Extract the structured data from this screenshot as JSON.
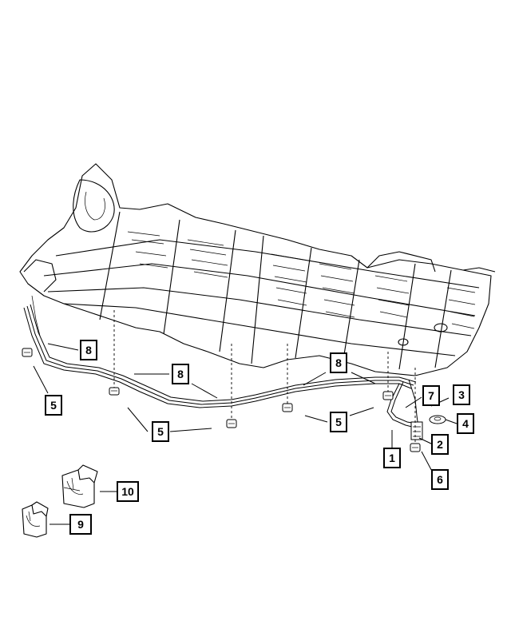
{
  "callouts": [
    {
      "id": "c1",
      "label": "1"
    },
    {
      "id": "c2",
      "label": "2"
    },
    {
      "id": "c3",
      "label": "3"
    },
    {
      "id": "c4",
      "label": "4"
    },
    {
      "id": "c5a",
      "label": "5"
    },
    {
      "id": "c5b",
      "label": "5"
    },
    {
      "id": "c5c",
      "label": "5"
    },
    {
      "id": "c6",
      "label": "6"
    },
    {
      "id": "c7",
      "label": "7"
    },
    {
      "id": "c8a",
      "label": "8"
    },
    {
      "id": "c8b",
      "label": "8"
    },
    {
      "id": "c8c",
      "label": "8"
    },
    {
      "id": "c9",
      "label": "9"
    },
    {
      "id": "c10",
      "label": "10"
    }
  ]
}
